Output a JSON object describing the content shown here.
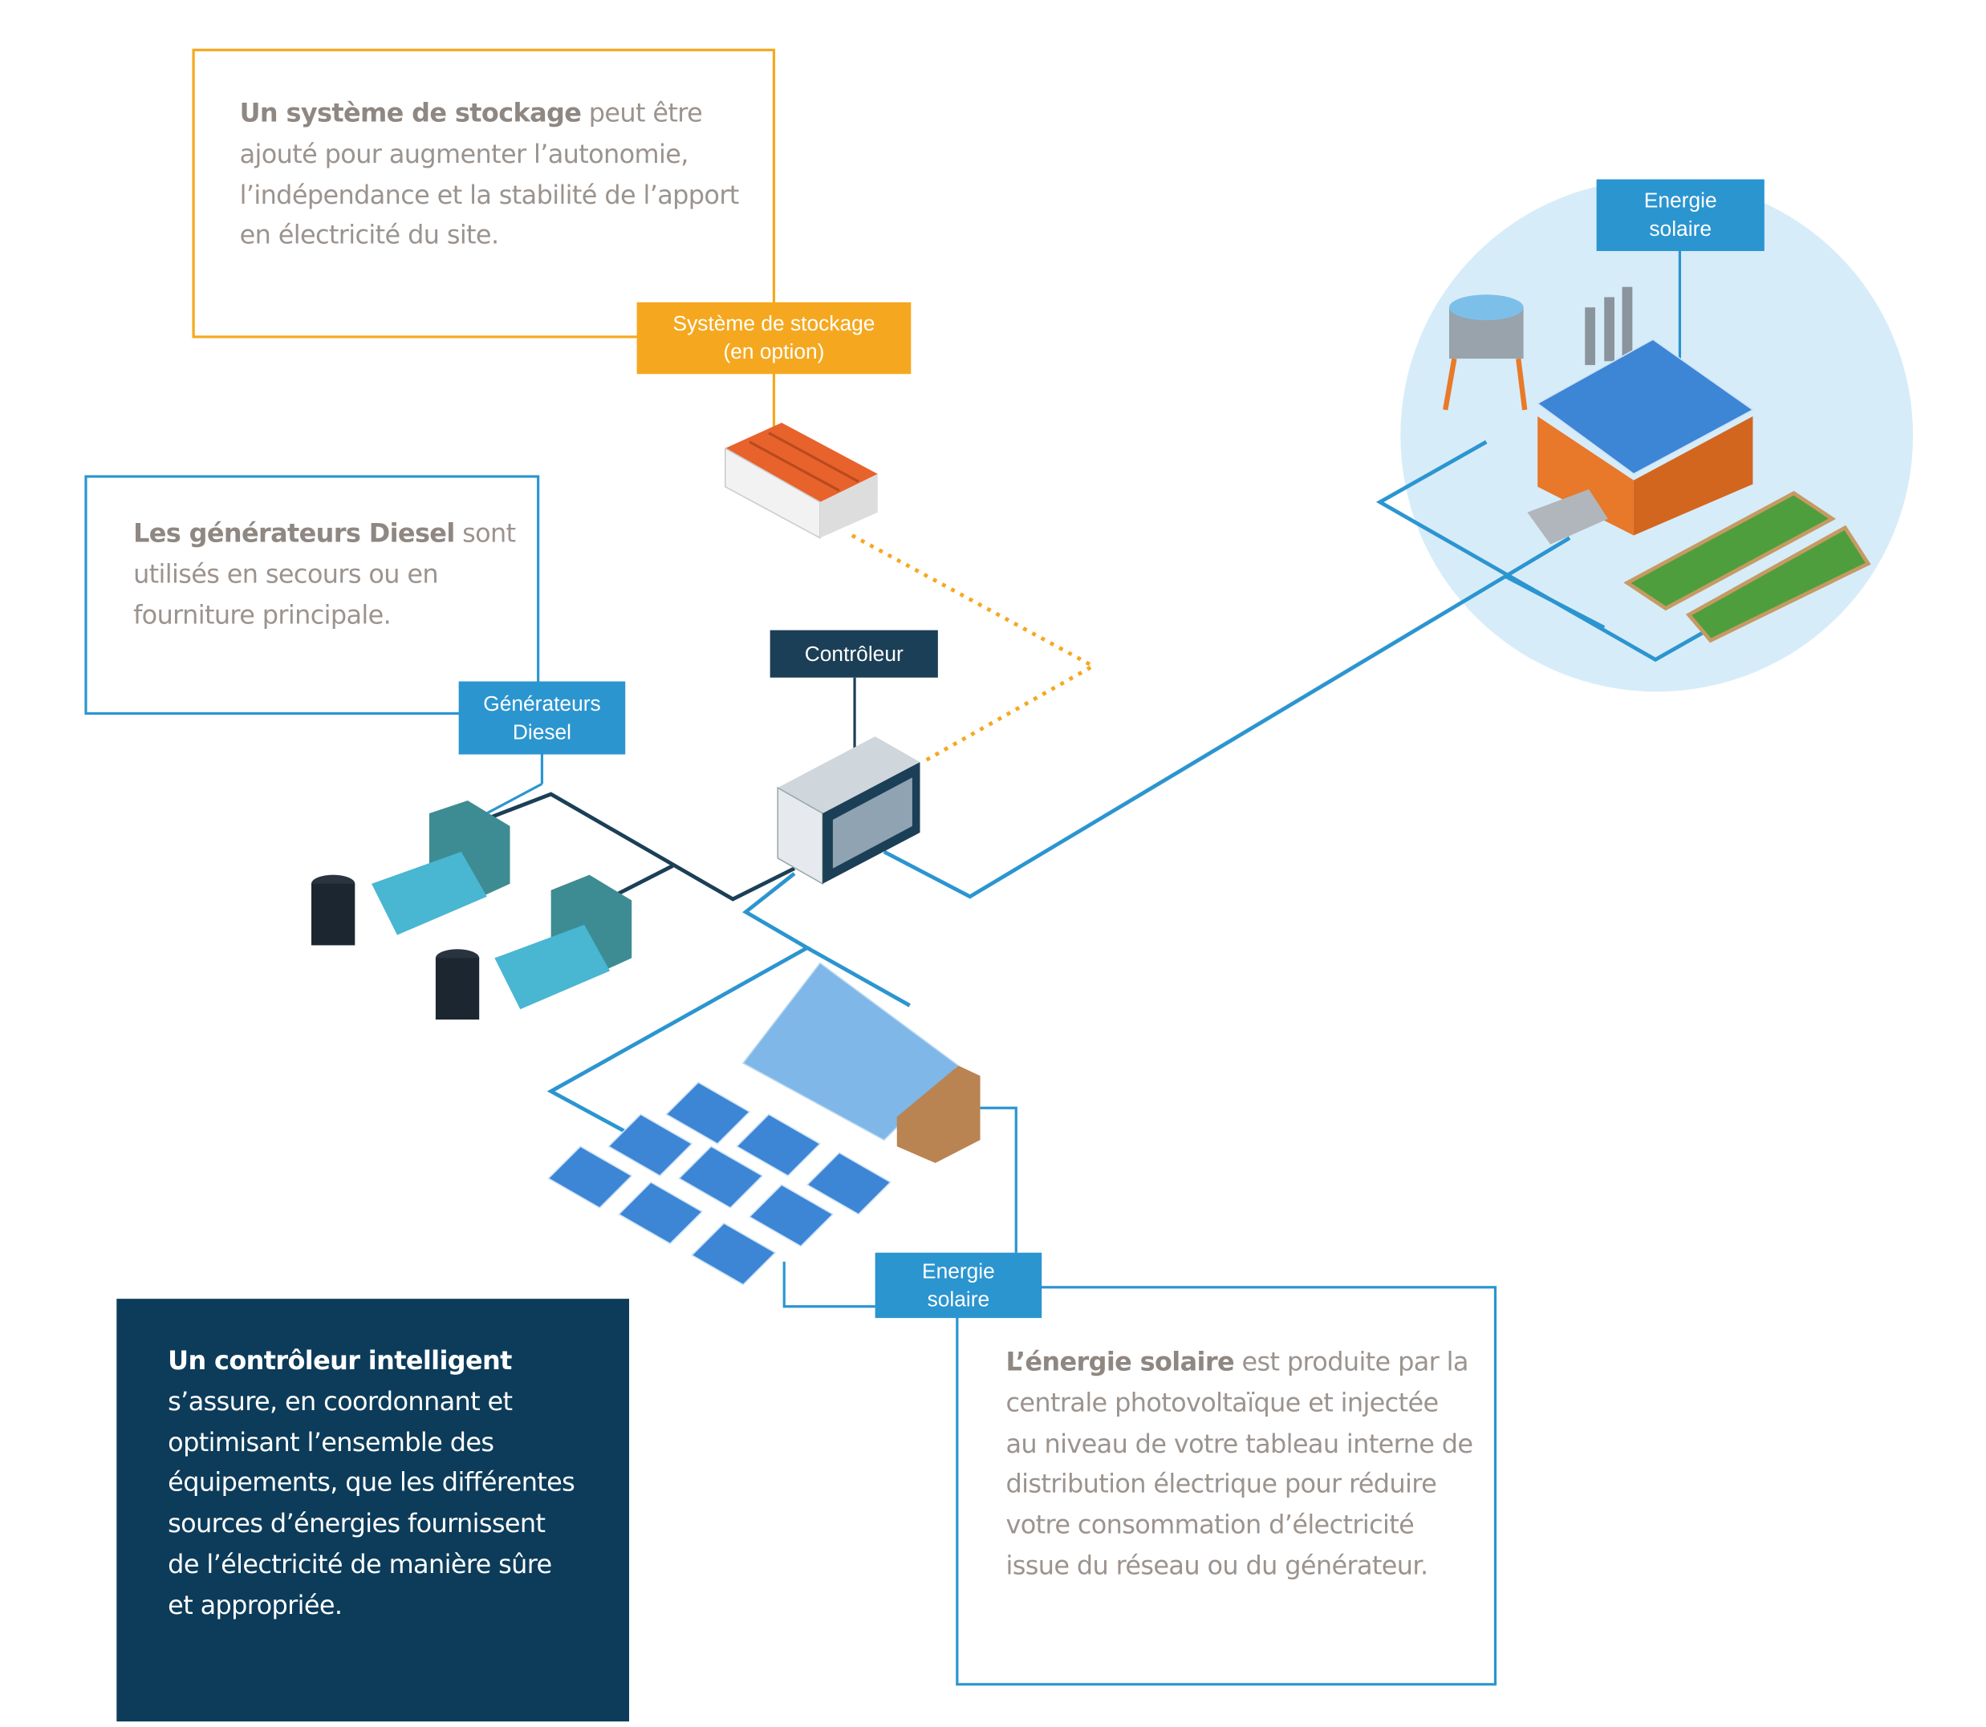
{
  "storage": {
    "text_bold": "Un système de stockage",
    "text_rest": " peut être ajouté pour augmenter l’autonomie, l’indépendance et la stabilité de l’apport en électricité du site.",
    "tag_line1": "Système de stockage",
    "tag_line2": "(en option)"
  },
  "diesel": {
    "text_bold": "Les générateurs Diesel",
    "text_rest": " sont utilisés en secours ou en fourniture principale.",
    "tag_line1": "Générateurs",
    "tag_line2": "Diesel"
  },
  "controller": {
    "tag": "Contrôleur",
    "text_bold": "Un contrôleur intelligent",
    "text_rest": " s’assure, en coordonnant et optimisant l’ensemble des équipements, que les différentes sources d’énergies fournissent de l’électricité de manière sûre et appropriée."
  },
  "solar_site": {
    "tag_line1": "Energie",
    "tag_line2": "solaire"
  },
  "solar": {
    "tag_line1": "Energie",
    "tag_line2": "solaire",
    "text_bold": "L’énergie solaire",
    "text_rest": " est produite par la centrale photovoltaïque et injectée au niveau de votre tableau interne de distribution électrique pour réduire votre consommation d’électricité issue du réseau ou du générateur."
  },
  "colors": {
    "orange": "#f5a81f",
    "blue": "#2b95d0",
    "navy": "#0c3c5a",
    "dark_teal": "#1b3f56",
    "circle": "#d7ecf9",
    "text_gray": "#9b938e"
  }
}
